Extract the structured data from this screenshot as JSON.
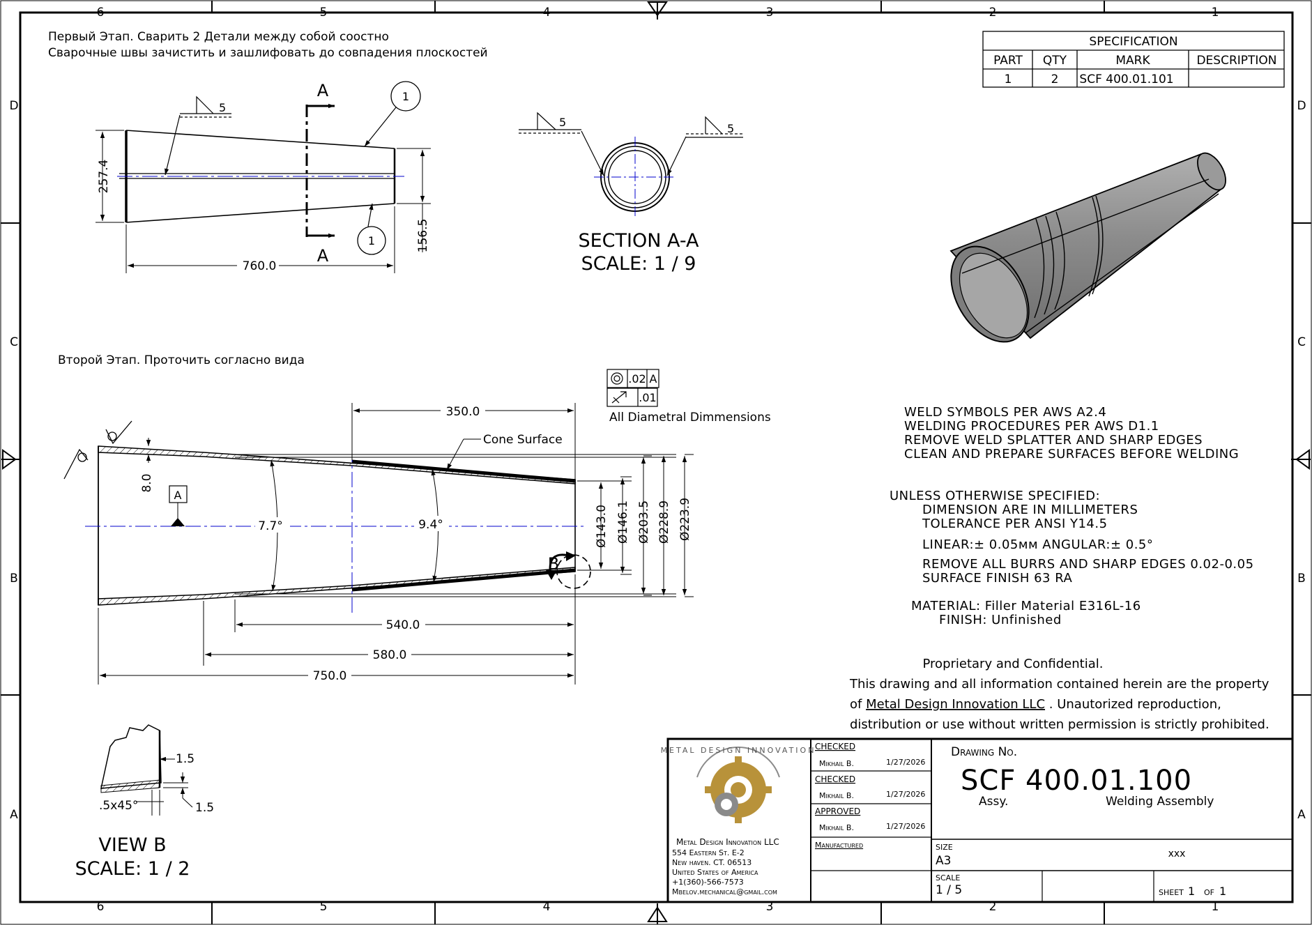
{
  "zones": {
    "top_numbers": [
      "6",
      "5",
      "4",
      "3",
      "2",
      "1"
    ],
    "side_letters": [
      "D",
      "C",
      "B",
      "A"
    ]
  },
  "stage_notes": {
    "stage1_line1": "Первый Этап. Сварить 2 Детали между собой соостно",
    "stage1_line2": "Сварочные швы зачистить и зашлифовать до совпадения плоскостей",
    "stage2": "Второй Этап. Проточить согласно вида"
  },
  "spec_table": {
    "title": "SPECIFICATION",
    "headers": [
      "PART",
      "QTY",
      "MARK",
      "DESCRIPTION"
    ],
    "row": [
      "1",
      "2",
      "SCF 400.01.101",
      ""
    ]
  },
  "top_view": {
    "weld_size": "5",
    "section_letter": "A",
    "balloon": "1",
    "dim_left_dia": "257.4",
    "dim_right_dia": "156.5",
    "dim_length": "760.0"
  },
  "section_view": {
    "weld_size_left": "5",
    "weld_size_right": "5",
    "title": "SECTION A-A",
    "scale": "SCALE: 1 / 9"
  },
  "main_view": {
    "dim_350": "350.0",
    "cone_surface": "Cone Surface",
    "fcf_row1_tol": ".02",
    "fcf_row1_datum": "A",
    "fcf_row2_tol": ".01",
    "all_diametral": "All Diametral Dimmensions",
    "wall": "8.0",
    "datum": "A",
    "angle_left": "7.7°",
    "angle_right": "9.4°",
    "view_b_letter": "B",
    "dia_143": "Ø143.0",
    "dia_146": "Ø146.1",
    "dia_203": "Ø203.5",
    "dia_228": "Ø228.9",
    "dia_223": "Ø223.9",
    "dim_540": "540.0",
    "dim_580": "580.0",
    "dim_750": "750.0"
  },
  "view_b": {
    "dim_a": "1.5",
    "dim_b": "1.5",
    "chamfer": ".5x45°",
    "title": "VIEW B",
    "scale": "SCALE: 1 / 2"
  },
  "notes": {
    "weld1": "WELD SYMBOLS PER AWS A2.4",
    "weld2": "WELDING PROCEDURES PER AWS D1.1",
    "weld3": "REMOVE WELD SPLATTER AND SHARP EDGES",
    "weld4": "CLEAN AND PREPARE SURFACES BEFORE WELDING",
    "unless": "UNLESS OTHERWISE SPECIFIED:",
    "dims": "DIMENSION ARE IN MILLIMETERS",
    "tolerance": "TOLERANCE PER ANSI Y14.5",
    "linear": "LINEAR:± 0.05мм    ANGULAR:± 0.5°",
    "burrs": "REMOVE ALL BURRS AND SHARP EDGES 0.02-0.05",
    "finish_surface": "SURFACE FINISH 63 RA",
    "material": "MATERIAL: Filler Material E316L-16",
    "finish": "FINISH: Unfinished"
  },
  "proprietary": {
    "title": "Proprietary and Confidential.",
    "line1": "This drawing and all information contained herein are the property",
    "line2_pre": "of",
    "company": "Metal Design Innovation LLC",
    "line2_post": ". Unautorized reproduction,",
    "line3": "distribution or use without written permission is strictly prohibited."
  },
  "title_block": {
    "logo_text": "METAL DESIGN INNOVATION",
    "company_name": "Metal Design Innovation LLC",
    "address1": "554 Eastern St. E-2",
    "address2": "New haven. CT. 06513",
    "address3": "United States of America",
    "phone": "+1(360)-566-7573",
    "email": "Mbelov.mechanical@gmail.com",
    "checked1_label": "CHECKED",
    "checked1_name": "Mikhail B.",
    "checked1_date": "1/27/2026",
    "checked2_label": "CHECKED",
    "checked2_name": "Mikhail B.",
    "checked2_date": "1/27/2026",
    "approved_label": "APPROVED",
    "approved_name": "Mikhail B.",
    "approved_date": "1/27/2026",
    "manufactured_label": "Manufactured",
    "drawing_no_label": "Drawing No.",
    "drawing_no": "SCF 400.01.100",
    "assy": "Assy.",
    "assy_title": "Welding Assembly",
    "size_label": "SIZE",
    "size": "A3",
    "rev": "xxx",
    "scale_label": "SCALE",
    "scale": "1 / 5",
    "sheet_label": "SHEET",
    "sheet_num": "1",
    "of_label": "OF",
    "sheet_total": "1"
  },
  "colors": {
    "line": "#000000",
    "center_line": "#0000cc",
    "logo_gold": "#b8923a",
    "logo_gray": "#8a8a8a",
    "iso_fill": "#8f8f8f"
  }
}
